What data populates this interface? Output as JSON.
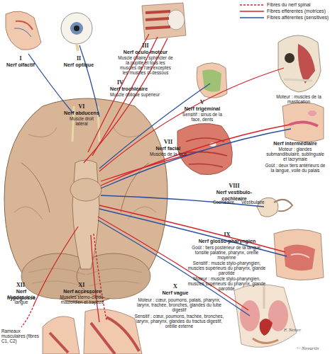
{
  "diagram": {
    "labels": [
      "I",
      "Nerf olfactif",
      "II",
      "Nerf optique",
      "III",
      "Nerf oculo-moteur",
      "Muscle ciliaire, sphincter de la pupille et tous les muscles de l'œil exceptés les muscles ci-dessous",
      "IV",
      "Nerf trochléaire",
      "Muscle oblique supérieur",
      "V",
      "Nerf trigéminal",
      "Sensitif : sinus de la face, dents",
      "Moteur : muscles de la mastication",
      "VI",
      "Nerf abducens",
      "Muscle droit latéral",
      "Nerf intermédiaire",
      "Moteur : glandes submandibulaire, sublinguale et lacrymale",
      "Goût : deux tiers antérieurs de la langue, voile du palais",
      "VII",
      "Nerf facial",
      "Muscles de la face",
      "VIII",
      "Nerf vestibulo-cochléaire",
      "Cochléaire",
      "Vestibulaire",
      "IX",
      "Nerf glosso-pharyngien",
      "Goût : tiers postérieur de la langue, tonsille palatine, pharynx, oreille moyenne",
      "Sensitif : muscle stylo-pharyngien, muscles supérieurs du pharynx, glande parotide",
      "Moteur : muscle stylo-pharyngien, muscles supérieurs du pharynx, glande parotide",
      "X",
      "Nerf vague",
      "Moteur : cœur, poumons, palais, pharynx, larynx, trachée, bronches, glandes du tube digestif",
      "Sensitif : cœur, poumons, trachée, bronches, larynx, pharynx, glandes du tractus digestif, oreille externe",
      "XII",
      "Nerf hypoglosse",
      "Muscles de la langue",
      "XI",
      "Nerf accessoire",
      "Muscles sterno-cléido-mastoïdien et trapèze",
      "Rameaux musculaires (fibres C1, C2)",
      "F. Netter",
      "© Novartis"
    ],
    "legend": [
      {
        "text": "Fibres du nerf spinal"
      },
      {
        "text": "Fibres efférentes (motrices)"
      },
      {
        "text": "Fibres afférentes (sensitives)"
      }
    ]
  }
}
